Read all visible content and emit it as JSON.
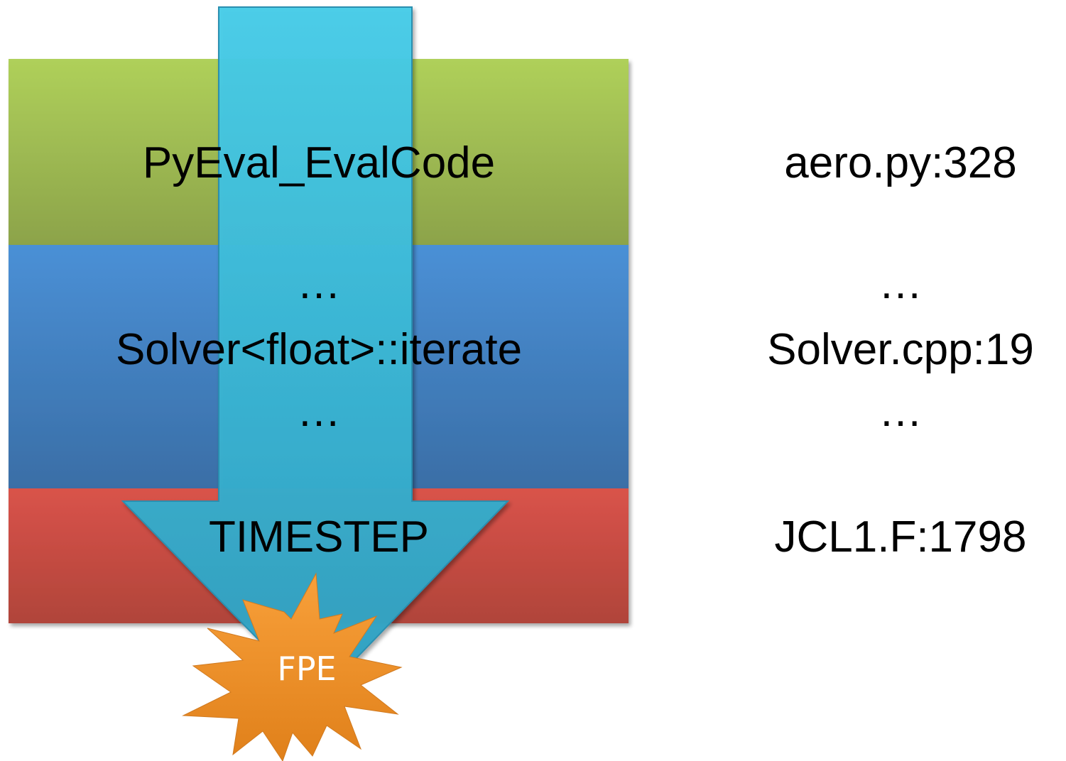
{
  "stack_layers": [
    {
      "function": "PyEval_EvalCode",
      "location": "aero.py:328",
      "color_top": "#afd05a",
      "color_bottom": "#8ca34a"
    },
    {
      "ellipsis_above": "…",
      "function": "Solver<float>::iterate",
      "ellipsis_below": "…",
      "location_ellipsis_above": "…",
      "location": "Solver.cpp:19",
      "location_ellipsis_below": "…",
      "color_top": "#4a90d6",
      "color_bottom": "#3a6ea6"
    },
    {
      "function": "TIMESTEP",
      "location": "JCL1.F:1798",
      "color_top": "#d9534a",
      "color_bottom": "#b0443a"
    }
  ],
  "arrow": {
    "color_top": "#48cde8",
    "color_bottom": "#2f9fc0"
  },
  "burst": {
    "label": "FPE",
    "color_top": "#f8a03a",
    "color_bottom": "#e0801a"
  }
}
